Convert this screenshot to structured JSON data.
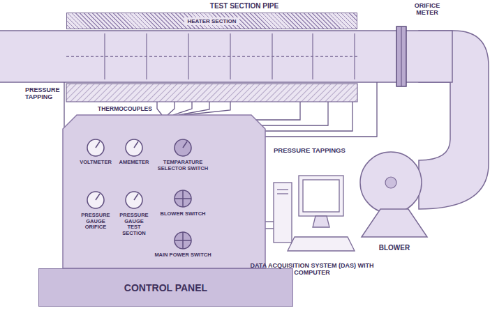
{
  "diagram": {
    "nodes": [
      {
        "text": [
          "HEATER SECTION"
        ]
      },
      {
        "text": [
          "CONTROL PANEL"
        ]
      }
    ],
    "labels": [
      "TEST SECTION PIPE",
      "ORIFICE METER",
      "PRESSURE TAPPING",
      "THERMOCOUPLES",
      "PRESSURE TAPPINGS",
      "VOLTMETER",
      "AMEMETER",
      "TEMPARATURE SELECTOR SWITCH",
      "PRESSURE GAUGE ORIFICE",
      "PRESSURE GAUGE TEST SECTION",
      "BLOWER SWITCH",
      "MAIN POWER SWITCH",
      "DATA ACQUISITION SYSTEM (DAS) WITH COMPUTER",
      "BLOWER"
    ]
  }
}
